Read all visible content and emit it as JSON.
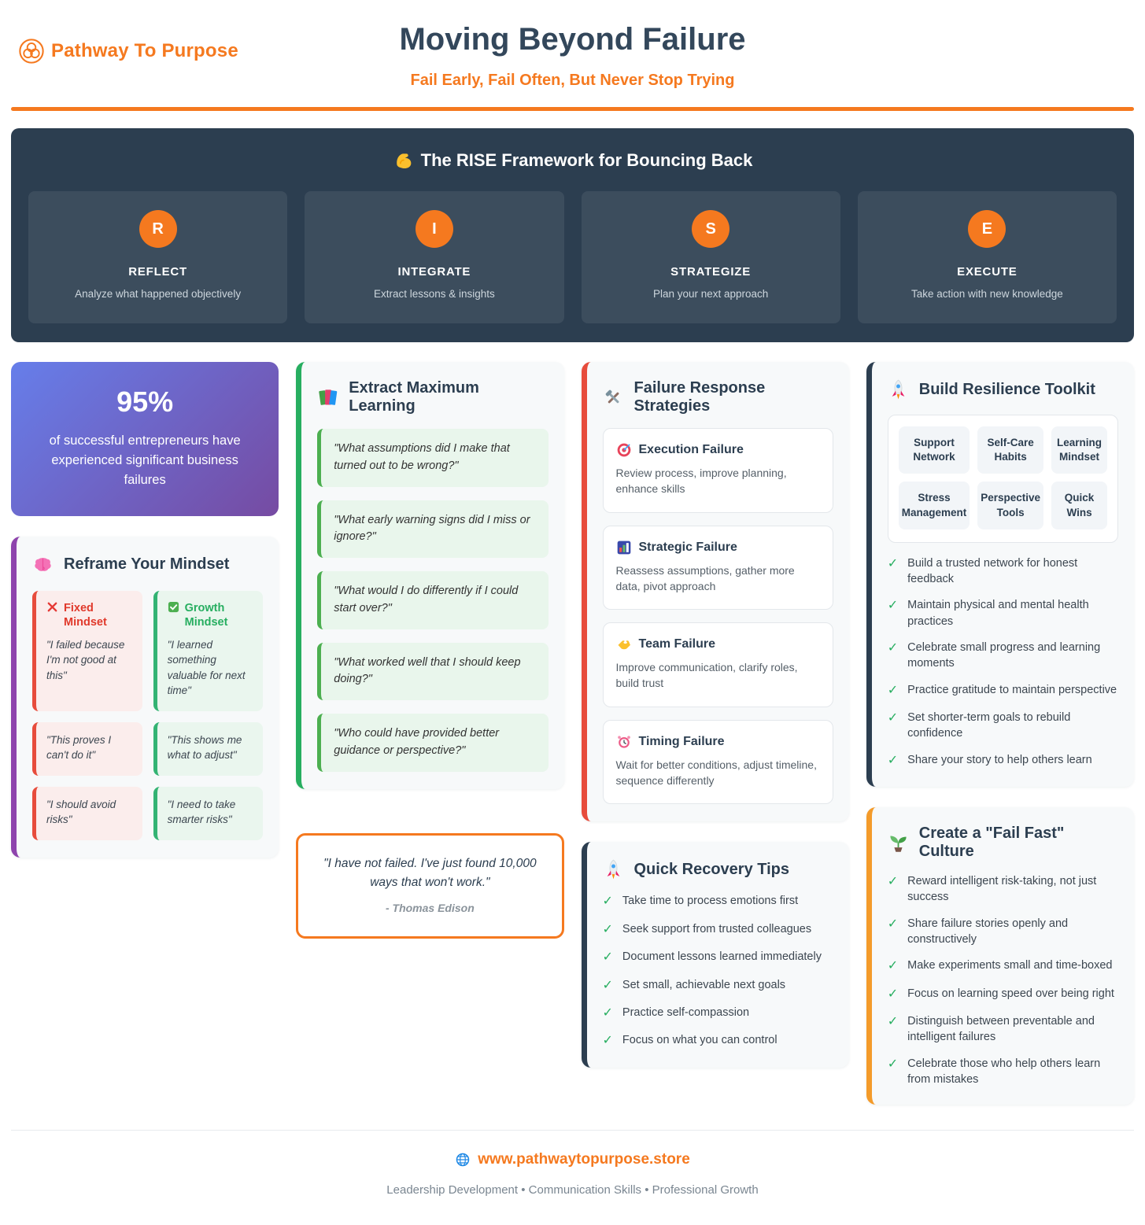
{
  "colors": {
    "accent_orange": "#F5791F",
    "navy": "#2C3E50",
    "purple_gradient_from": "#667EEA",
    "purple_gradient_to": "#764BA2",
    "green": "#27AE60",
    "red": "#E74C3C",
    "purple_border": "#8E44AD"
  },
  "header": {
    "brand": "Pathway To Purpose",
    "brand_icon": "trefoil-logo-icon",
    "title": "Moving Beyond Failure",
    "subtitle": "Fail Early, Fail Often, But Never Stop Trying"
  },
  "rise": {
    "icon": "flexed-biceps-icon",
    "heading": "The RISE Framework for Bouncing Back",
    "steps": [
      {
        "letter": "R",
        "name": "REFLECT",
        "desc": "Analyze what happened objectively"
      },
      {
        "letter": "I",
        "name": "INTEGRATE",
        "desc": "Extract lessons & insights"
      },
      {
        "letter": "S",
        "name": "STRATEGIZE",
        "desc": "Plan your next approach"
      },
      {
        "letter": "E",
        "name": "EXECUTE",
        "desc": "Take action with new knowledge"
      }
    ]
  },
  "stat": {
    "value": "95%",
    "text": "of successful entrepreneurs have experienced significant business failures"
  },
  "mindset": {
    "icon": "brain-icon",
    "title": "Reframe Your Mindset",
    "fixed_icon": "cross-icon",
    "growth_icon": "check-square-icon",
    "fixed_label": "Fixed Mindset",
    "growth_label": "Growth Mindset",
    "fixed_quotes": [
      "\"I failed because I'm not good at this\"",
      "\"This proves I can't do it\"",
      "\"I should avoid risks\""
    ],
    "growth_quotes": [
      "\"I learned something valuable for next time\"",
      "\"This shows me what to adjust\"",
      "\"I need to take smarter risks\""
    ]
  },
  "learning": {
    "icon": "books-icon",
    "title": "Extract Maximum Learning",
    "questions": [
      "\"What assumptions did I make that turned out to be wrong?\"",
      "\"What early warning signs did I miss or ignore?\"",
      "\"What would I do differently if I could start over?\"",
      "\"What worked well that I should keep doing?\"",
      "\"Who could have provided better guidance or perspective?\""
    ],
    "quote": {
      "text": "\"I have not failed. I've just found 10,000 ways that won't work.\"",
      "author": "- Thomas Edison"
    }
  },
  "strategies": {
    "icon": "hammer-and-wrench-icon",
    "title": "Failure Response Strategies",
    "items": [
      {
        "icon": "target-icon",
        "name": "Execution Failure",
        "desc": "Review process, improve planning, enhance skills"
      },
      {
        "icon": "bar-chart-icon",
        "name": "Strategic Failure",
        "desc": "Reassess assumptions, gather more data, pivot approach"
      },
      {
        "icon": "handshake-icon",
        "name": "Team Failure",
        "desc": "Improve communication, clarify roles, build trust"
      },
      {
        "icon": "alarm-clock-icon",
        "name": "Timing Failure",
        "desc": "Wait for better conditions, adjust timeline, sequence differently"
      }
    ]
  },
  "recovery": {
    "icon": "rocket-icon",
    "title": "Quick Recovery Tips",
    "items": [
      "Take time to process emotions first",
      "Seek support from trusted colleagues",
      "Document lessons learned immediately",
      "Set small, achievable next goals",
      "Practice self-compassion",
      "Focus on what you can control"
    ]
  },
  "toolkit": {
    "icon": "rocket-icon",
    "title": "Build Resilience Toolkit",
    "chips": [
      "Support Network",
      "Self-Care Habits",
      "Learning Mindset",
      "Stress Management",
      "Perspective Tools",
      "Quick Wins"
    ],
    "items": [
      "Build a trusted network for honest feedback",
      "Maintain physical and mental health practices",
      "Celebrate small progress and learning moments",
      "Practice gratitude to maintain perspective",
      "Set shorter-term goals to rebuild confidence",
      "Share your story to help others learn"
    ]
  },
  "failfast": {
    "icon": "seedling-icon",
    "title": "Create a \"Fail Fast\" Culture",
    "items": [
      "Reward intelligent risk-taking, not just success",
      "Share failure stories openly and constructively",
      "Make experiments small and time-boxed",
      "Focus on learning speed over being right",
      "Distinguish between preventable and intelligent failures",
      "Celebrate those who help others learn from mistakes"
    ]
  },
  "footer": {
    "icon": "globe-icon",
    "site": "www.pathwaytopurpose.store",
    "tagline": "Leadership Development • Communication Skills • Professional Growth"
  }
}
